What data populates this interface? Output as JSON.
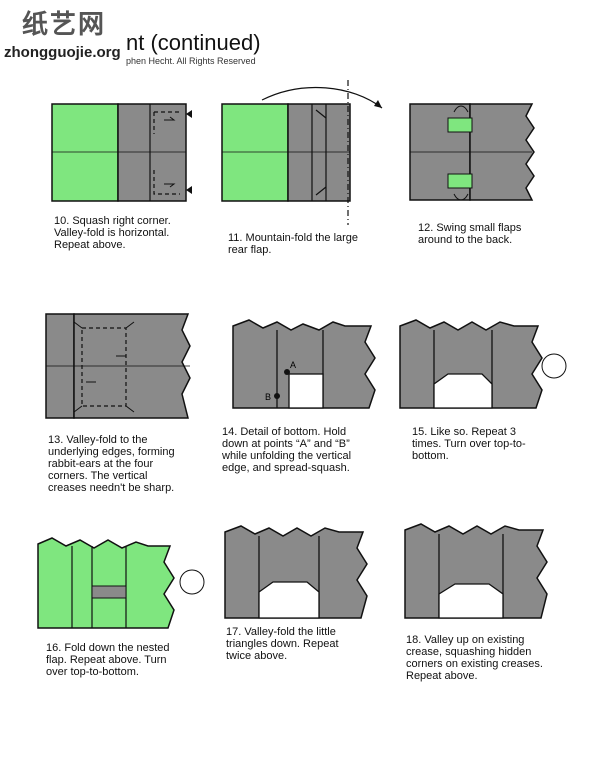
{
  "watermark": {
    "cn": "纸艺网",
    "url": "zhongguojie.org"
  },
  "header": {
    "title": "nt (continued)",
    "copyright": "phen Hecht.  All Rights Reserved"
  },
  "colors": {
    "green": "#7fe67f",
    "gray": "#8a8a8a",
    "line": "#111111"
  },
  "steps": [
    {
      "num": "10",
      "caption": "10.  Squash right corner.\nValley-fold is horizontal.\nRepeat above."
    },
    {
      "num": "11",
      "caption": "11.  Mountain-fold the large\nrear flap."
    },
    {
      "num": "12",
      "caption": "12.  Swing small flaps\naround to the back."
    },
    {
      "num": "13",
      "caption": "13.  Valley-fold to the\nunderlying edges, forming\nrabbit-ears at the four\ncorners.  The vertical\ncreases needn't be sharp."
    },
    {
      "num": "14",
      "caption": "14.  Detail of bottom.  Hold\ndown at points “A” and “B”\nwhile unfolding the vertical\nedge, and spread-squash."
    },
    {
      "num": "15",
      "caption": "15.  Like so.  Repeat 3\ntimes.  Turn over top-to-\nbottom."
    },
    {
      "num": "16",
      "caption": "16.  Fold down the nested\nflap.  Repeat above.  Turn\nover top-to-bottom."
    },
    {
      "num": "17",
      "caption": "17.  Valley-fold the little\ntriangles down.  Repeat\ntwice above."
    },
    {
      "num": "18",
      "caption": "18. Valley up on existing\ncrease, squashing hidden\ncorners on existing creases.\n Repeat above."
    }
  ],
  "labels": {
    "point_a": "A",
    "point_b": "B"
  }
}
